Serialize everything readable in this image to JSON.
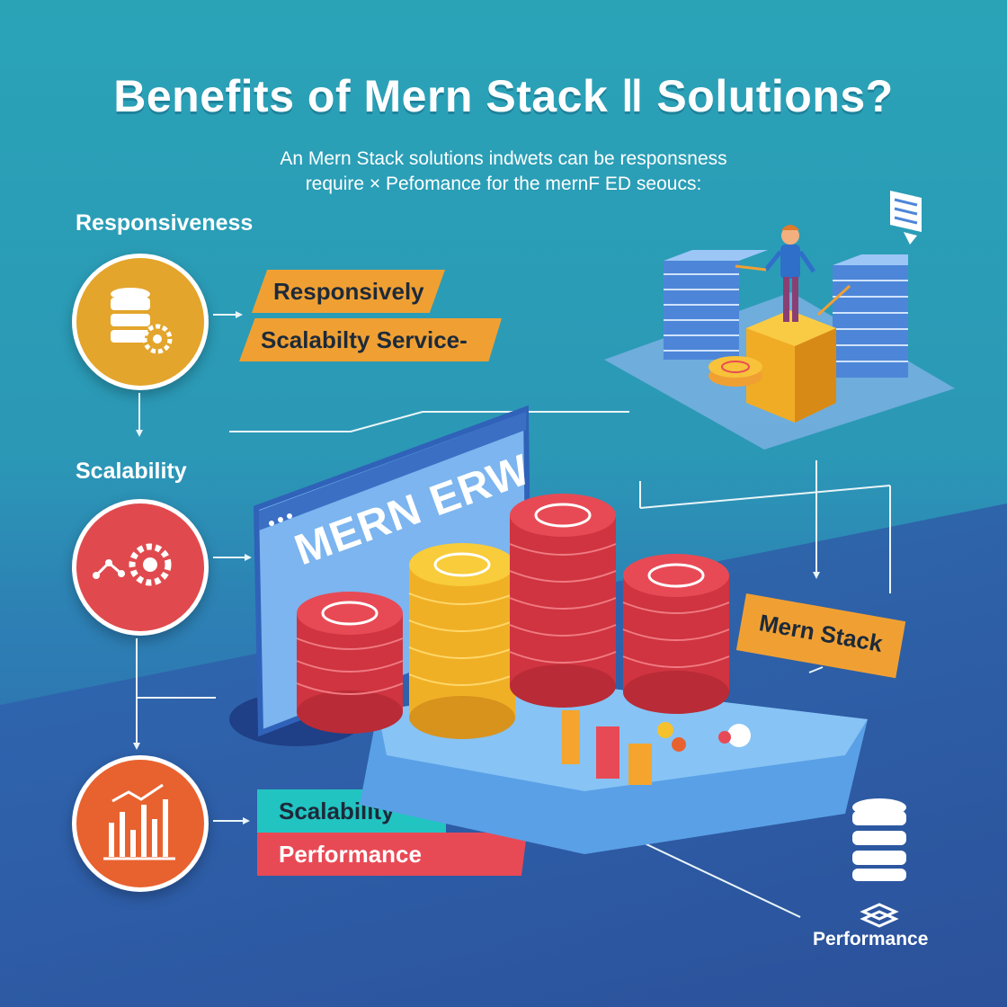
{
  "title": "Benefits of Mern Stack ‖ Solutions?",
  "subtitle": {
    "line1": "An Mern Stack solutions indwets can be responsness",
    "line2": "require × Pefomance for the mernF ED seoucs:"
  },
  "sections": [
    {
      "label": "Responsiveness",
      "tags": [
        "Responsively",
        "Scalabilty Service-"
      ],
      "color": "#e3a52b"
    },
    {
      "label": "Scalability",
      "tags": [],
      "color": "#e04a4e"
    },
    {
      "label": "",
      "tags": [
        "Scalability",
        "Performance"
      ],
      "color": "#e8622f"
    }
  ],
  "screen_text": "MERN ERW",
  "mern_stack_tag": "Mern Stack",
  "bottom_label": "Performance",
  "colors": {
    "orange": "#f0a033",
    "teal": "#22c4c2",
    "red": "#e84a55",
    "yellow": "#f5c12d"
  },
  "icons": [
    "database-gear-icon",
    "gears-network-icon",
    "bar-chart-icon",
    "database-icon",
    "stack-icon",
    "person-icon",
    "document-icon"
  ]
}
